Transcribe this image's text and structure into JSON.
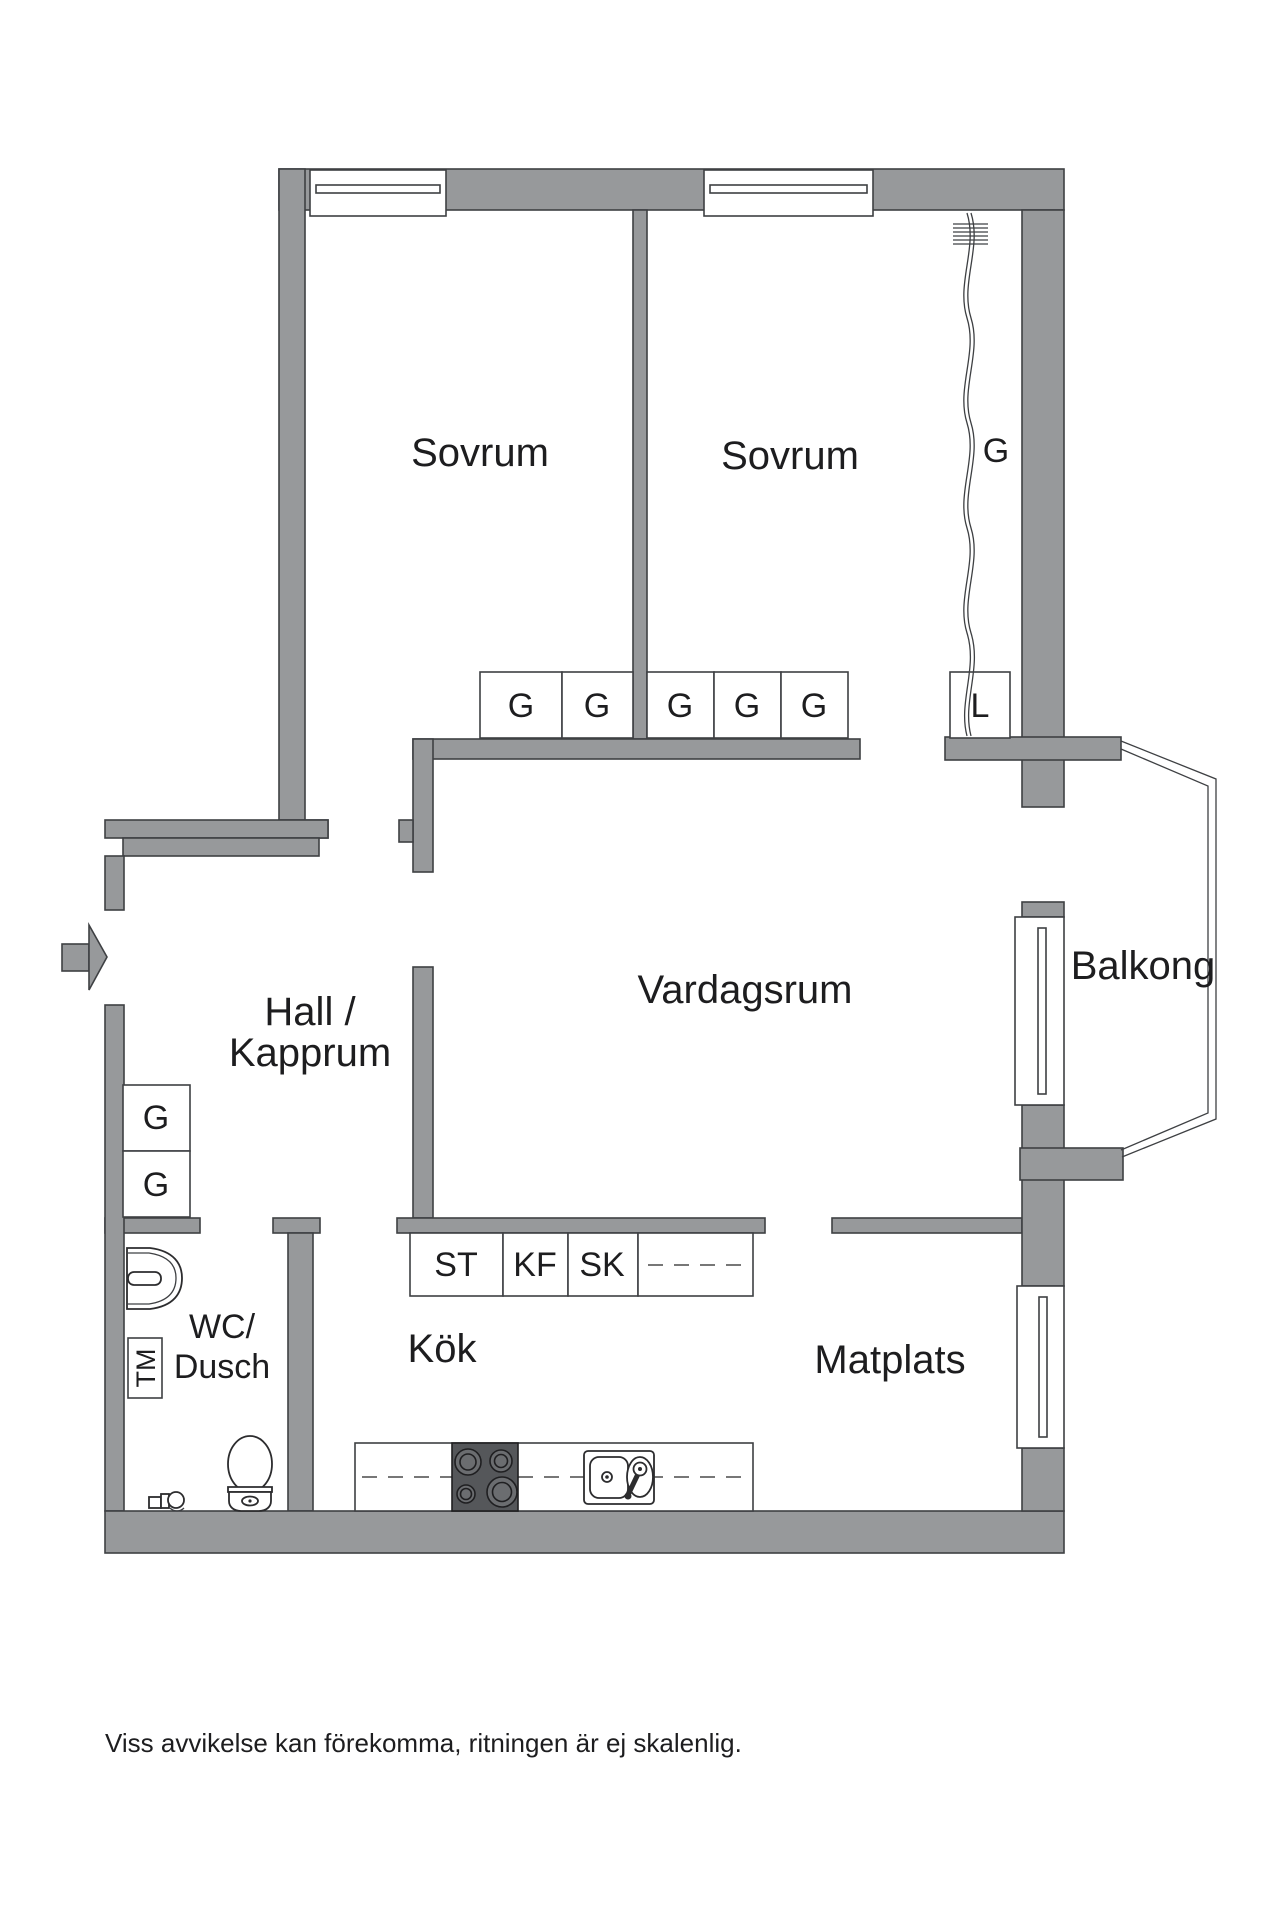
{
  "floorplan": {
    "rooms": {
      "bedroom1": "Sovrum",
      "bedroom2": "Sovrum",
      "living": "Vardagsrum",
      "hall_line1": "Hall /",
      "hall_line2": "Kapprum",
      "wc_line1": "WC/",
      "wc_line2": "Dusch",
      "kitchen": "Kök",
      "dining": "Matplats",
      "balcony": "Balkong"
    },
    "labels": {
      "garderob": "G",
      "linne": "L",
      "st": "ST",
      "kf": "KF",
      "sk": "SK",
      "tm": "TM"
    },
    "colors": {
      "wall": "#97999b",
      "outline": "#3e4043",
      "stove": "#55575a",
      "text": "#1d1d1f"
    },
    "footer": "Viss avvikelse kan förekomma, ritningen är ej skalenlig."
  }
}
